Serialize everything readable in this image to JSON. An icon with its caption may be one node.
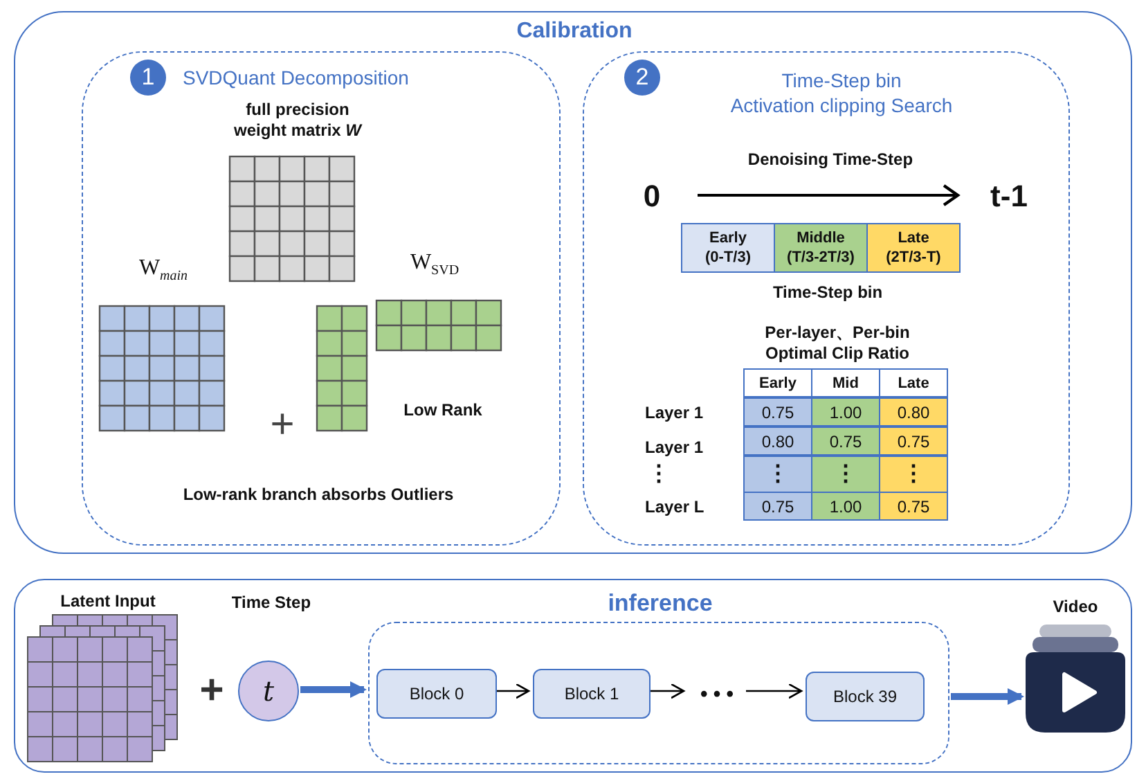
{
  "diagram": {
    "nodes": [
      {
        "text": [
          "Calibration"
        ]
      },
      {
        "text": [
          "1",
          "SVDQuant Decomposition"
        ],
        "in": 0
      },
      {
        "text": [
          "2",
          "Time-Step bin Activation clipping Search"
        ],
        "in": 0
      },
      {
        "text": [],
        "shape": "box"
      },
      {
        "text": [
          "Latent Input"
        ],
        "in": 3
      },
      {
        "text": [
          "Time Step",
          "t"
        ],
        "in": 3
      },
      {
        "text": [
          "inference"
        ],
        "in": 3
      },
      {
        "text": [
          "Block 0"
        ],
        "in": 6
      },
      {
        "text": [
          "Block 1"
        ],
        "in": 6
      },
      {
        "text": [
          "• • •"
        ],
        "in": 6
      },
      {
        "text": [
          "Block 39"
        ],
        "in": 6
      },
      {
        "text": [
          "Video"
        ],
        "in": 3
      }
    ],
    "edges": [
      {
        "from": 5,
        "to": 6,
        "arrow": "to",
        "style": "thick",
        "color": "#4472c4"
      },
      {
        "from": 7,
        "to": 8,
        "arrow": "to"
      },
      {
        "from": 8,
        "to": 9,
        "arrow": "to"
      },
      {
        "from": 9,
        "to": 10,
        "arrow": "to"
      },
      {
        "from": 6,
        "to": 11,
        "arrow": "to",
        "style": "thick",
        "color": "#4472c4"
      }
    ],
    "labels": [
      "full precision weight matrix *W*",
      "W$_{main}$",
      "W$_{SVD}$",
      "+",
      "Low Rank",
      "Low-rank branch absorbs Outliers",
      "Denoising Time-Step",
      "0",
      "t-1",
      "Early (0-T/3)",
      "Middle (T/3-2T/3)",
      "Late (2T/3-T)",
      "Time-Step bin",
      "Per-layer、Per-bin Optimal Clip Ratio",
      "Early",
      "Mid",
      "Late",
      "Layer 1",
      "0.75",
      "1.00",
      "0.80",
      "Layer 1",
      "0.80",
      "0.75",
      "0.75",
      "⋮",
      "⋮",
      "⋮",
      "⋮",
      "Layer L",
      "0.75",
      "1.00",
      "0.75",
      "+"
    ]
  }
}
